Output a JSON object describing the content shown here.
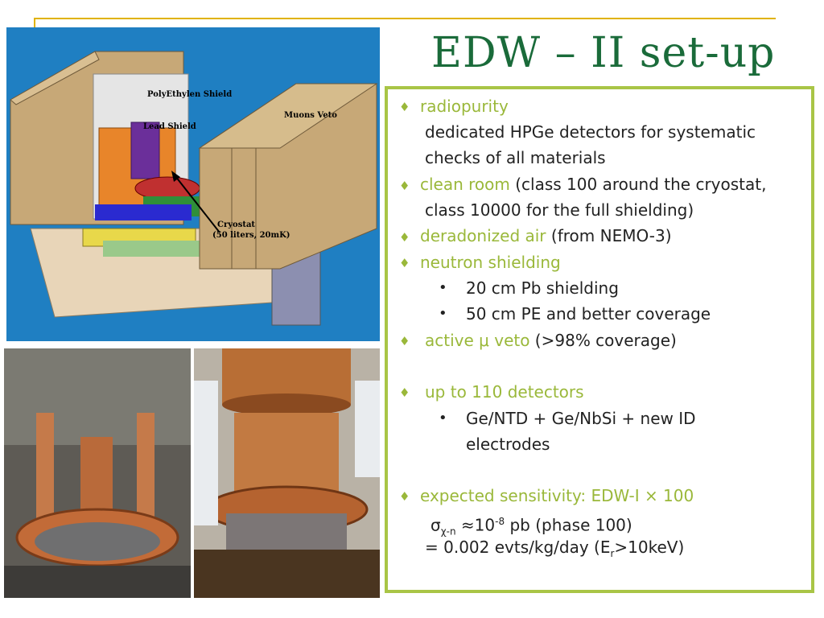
{
  "slide": {
    "title": "EDW – II   set-up",
    "bullets": {
      "b1_head": "radiopurity",
      "b1_l1": "dedicated HPGe detectors for systematic",
      "b1_l2": "checks of all materials",
      "b2_head": "clean room",
      "b2_l1": " (class 100 around the cryostat,",
      "b2_l2": "class 10000 for the full shielding)",
      "b3_head": "deradonized air",
      "b3_rest": " (from NEMO-3)",
      "b4_head": "neutron shielding",
      "b4_s1": "20 cm Pb shielding",
      "b4_s2": "50 cm PE and better coverage",
      "b5_head": "active μ veto",
      "b5_rest": " (>98% coverage)",
      "b6_head": "up to 110 detectors",
      "b6_s1": "Ge/NTD + Ge/NbSi + new ID",
      "b6_s2": "electrodes",
      "b7_head": "expected sensitivity: EDW-I × 100",
      "b7_sigma": "σ",
      "b7_sub": "χ-n",
      "b7_mid": " ≈10",
      "b7_sup": "-8",
      "b7_end": " pb (phase 100)",
      "b7_l2a": "= 0.002 evts/kg/day (E",
      "b7_l2sub": "r",
      "b7_l2b": ">10keV)"
    },
    "diagram_labels": {
      "poly": "PolyEthylen Shield",
      "lead": "Lead Shield",
      "muons": "Muons Veto",
      "cryo1": "Cryostat",
      "cryo2": "(50 liters, 20mK)"
    },
    "icons": {
      "bullet": "diamond-icon",
      "sub_bullet": "dot-icon"
    },
    "colors": {
      "title": "#1a6b3a",
      "accent": "#9ab83a",
      "border": "#a9c546",
      "rule": "#e0b200"
    }
  }
}
